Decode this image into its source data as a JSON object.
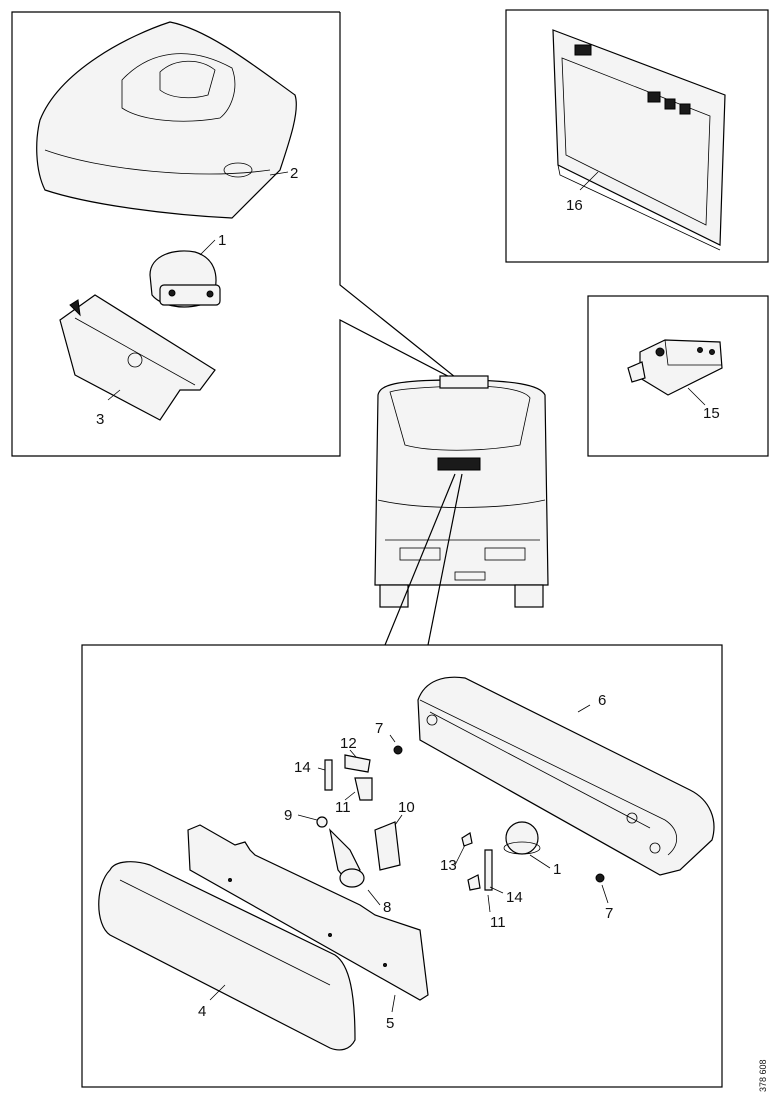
{
  "callouts": {
    "top_left": [
      {
        "key": "a",
        "text": "2"
      },
      {
        "key": "b",
        "text": "1"
      },
      {
        "key": "c",
        "text": "3"
      }
    ],
    "top_right": [
      {
        "key": "a",
        "text": "16"
      }
    ],
    "middle_right": [
      {
        "key": "a",
        "text": "15"
      }
    ],
    "bottom": [
      {
        "key": "a",
        "text": "6"
      },
      {
        "key": "b",
        "text": "7"
      },
      {
        "key": "c",
        "text": "12"
      },
      {
        "key": "d",
        "text": "14"
      },
      {
        "key": "e",
        "text": "11"
      },
      {
        "key": "f",
        "text": "9"
      },
      {
        "key": "g",
        "text": "10"
      },
      {
        "key": "h",
        "text": "13"
      },
      {
        "key": "i",
        "text": "1"
      },
      {
        "key": "j",
        "text": "14"
      },
      {
        "key": "k",
        "text": "11"
      },
      {
        "key": "l",
        "text": "8"
      },
      {
        "key": "m",
        "text": "7"
      },
      {
        "key": "n",
        "text": "4"
      },
      {
        "key": "o",
        "text": "5"
      }
    ]
  },
  "figure_ref": "378 608"
}
